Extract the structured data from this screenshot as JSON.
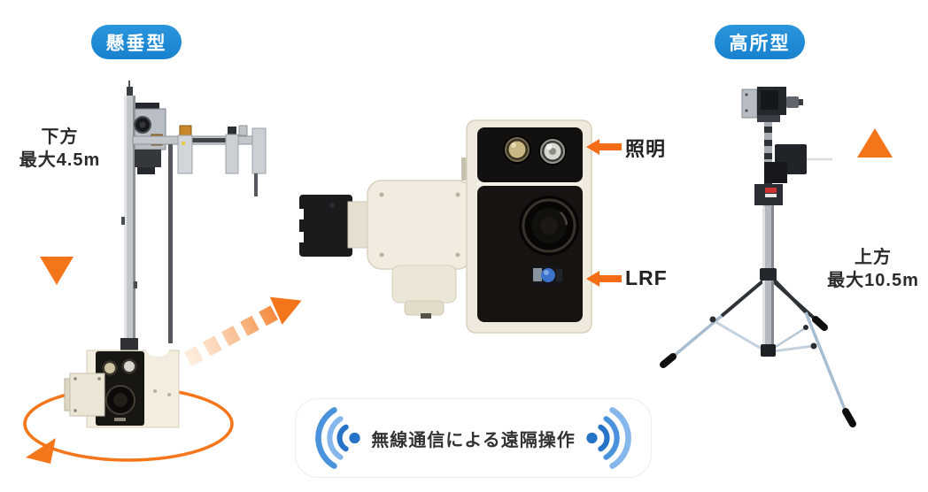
{
  "colors": {
    "accent_blue": "#1e89d5",
    "accent_orange": "#f4751a",
    "text_dark": "#2b2b2b",
    "signal_blue_dark": "#2673c8",
    "signal_blue_mid": "#4a92dc",
    "signal_blue_light": "#85b6ec"
  },
  "labels": {
    "suspended_type": "懸垂型",
    "elevated_type": "高所型"
  },
  "left_unit": {
    "direction": "下方",
    "range": "最大4.5m",
    "icons": [
      "down-gradient-arrow",
      "rotation-ellipse",
      "diagonal-gradient-arrow"
    ]
  },
  "right_unit": {
    "direction": "上方",
    "range": "最大10.5m",
    "icons": [
      "up-gradient-arrow"
    ]
  },
  "center_unit": {
    "callouts": {
      "illumination": "照明",
      "lrf": "LRF"
    },
    "icons": [
      "left-orange-arrow",
      "left-orange-arrow"
    ]
  },
  "footer": {
    "caption": "無線通信による遠隔操作",
    "icons": [
      "wireless-signal-left",
      "wireless-signal-right"
    ]
  }
}
